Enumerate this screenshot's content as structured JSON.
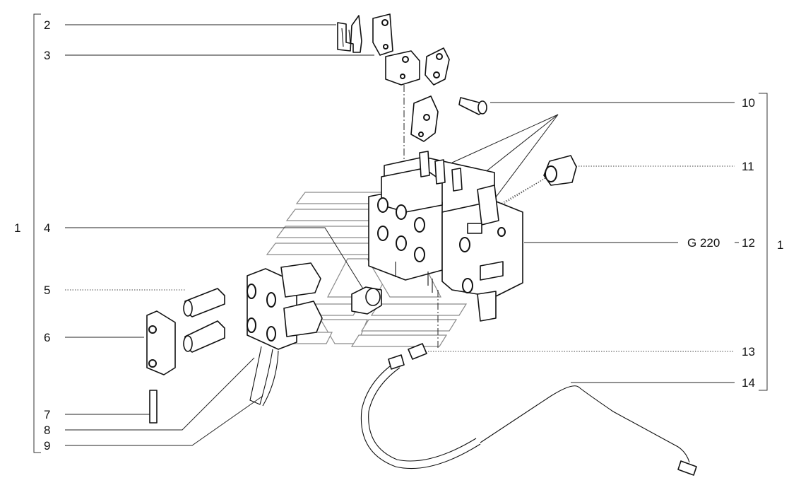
{
  "callouts_left": [
    {
      "id": "2",
      "text": "2"
    },
    {
      "id": "3",
      "text": "3"
    },
    {
      "id": "4",
      "text": "4"
    },
    {
      "id": "5",
      "text": "5"
    },
    {
      "id": "6",
      "text": "6"
    },
    {
      "id": "7",
      "text": "7"
    },
    {
      "id": "8",
      "text": "8"
    },
    {
      "id": "9",
      "text": "9"
    }
  ],
  "callouts_right": [
    {
      "id": "10",
      "text": "10"
    },
    {
      "id": "11",
      "text": "11"
    },
    {
      "id": "12",
      "text": "12"
    },
    {
      "id": "13",
      "text": "13"
    },
    {
      "id": "14",
      "text": "14"
    }
  ],
  "assembly_left": "1",
  "assembly_right": "1",
  "ref_code": "G 220"
}
